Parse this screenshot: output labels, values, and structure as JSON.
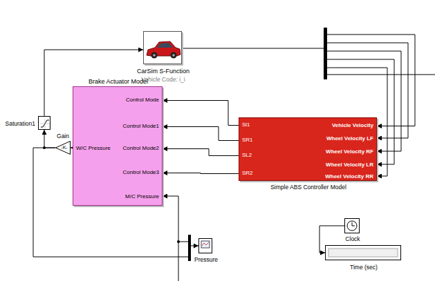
{
  "diagram": {
    "nodes": [
      {
        "text": [
          "Saturation1"
        ]
      },
      {
        "text": [
          "CarSim S-Function",
          "Vehicle Code: i_i"
        ]
      },
      {
        "text": [
          "Brake Actuator Model",
          "Control Mode",
          "Control Mode1",
          "W/C Pressure",
          "Control Mode2",
          "Control Mode3",
          "M/C Pressure"
        ]
      },
      {
        "text": [
          "Gain",
          "-K-"
        ]
      },
      {
        "text": [
          "Sl1",
          "SR1",
          "SL2",
          "SR2",
          "Vehicle Velocity",
          "Wheel Velocity LF",
          "Wheel Velocity RF",
          "Wheel Velocity LR",
          "Wheel Velocity RR",
          "Simple ABS Controller Model"
        ]
      },
      {
        "text": [
          "Pressure"
        ]
      },
      {
        "text": [
          "Clock"
        ]
      },
      {
        "text": [
          "Time (sec)"
        ]
      }
    ],
    "edges": [
      {
        "from": 0,
        "to": 1,
        "arrow": "to"
      },
      {
        "from": 1,
        "to": 4,
        "arrow": "to"
      },
      {
        "from": 4,
        "to": 2,
        "arrow": "to"
      },
      {
        "from": 4,
        "to": 2,
        "arrow": "to"
      },
      {
        "from": 4,
        "to": 2,
        "arrow": "to"
      },
      {
        "from": 4,
        "to": 2,
        "arrow": "to"
      },
      {
        "from": 2,
        "to": 3,
        "arrow": "to"
      },
      {
        "from": 3,
        "to": 0,
        "arrow": "to"
      },
      {
        "from": 3,
        "to": 5,
        "arrow": "to"
      },
      {
        "from": 6,
        "to": 7,
        "arrow": "to"
      }
    ]
  }
}
